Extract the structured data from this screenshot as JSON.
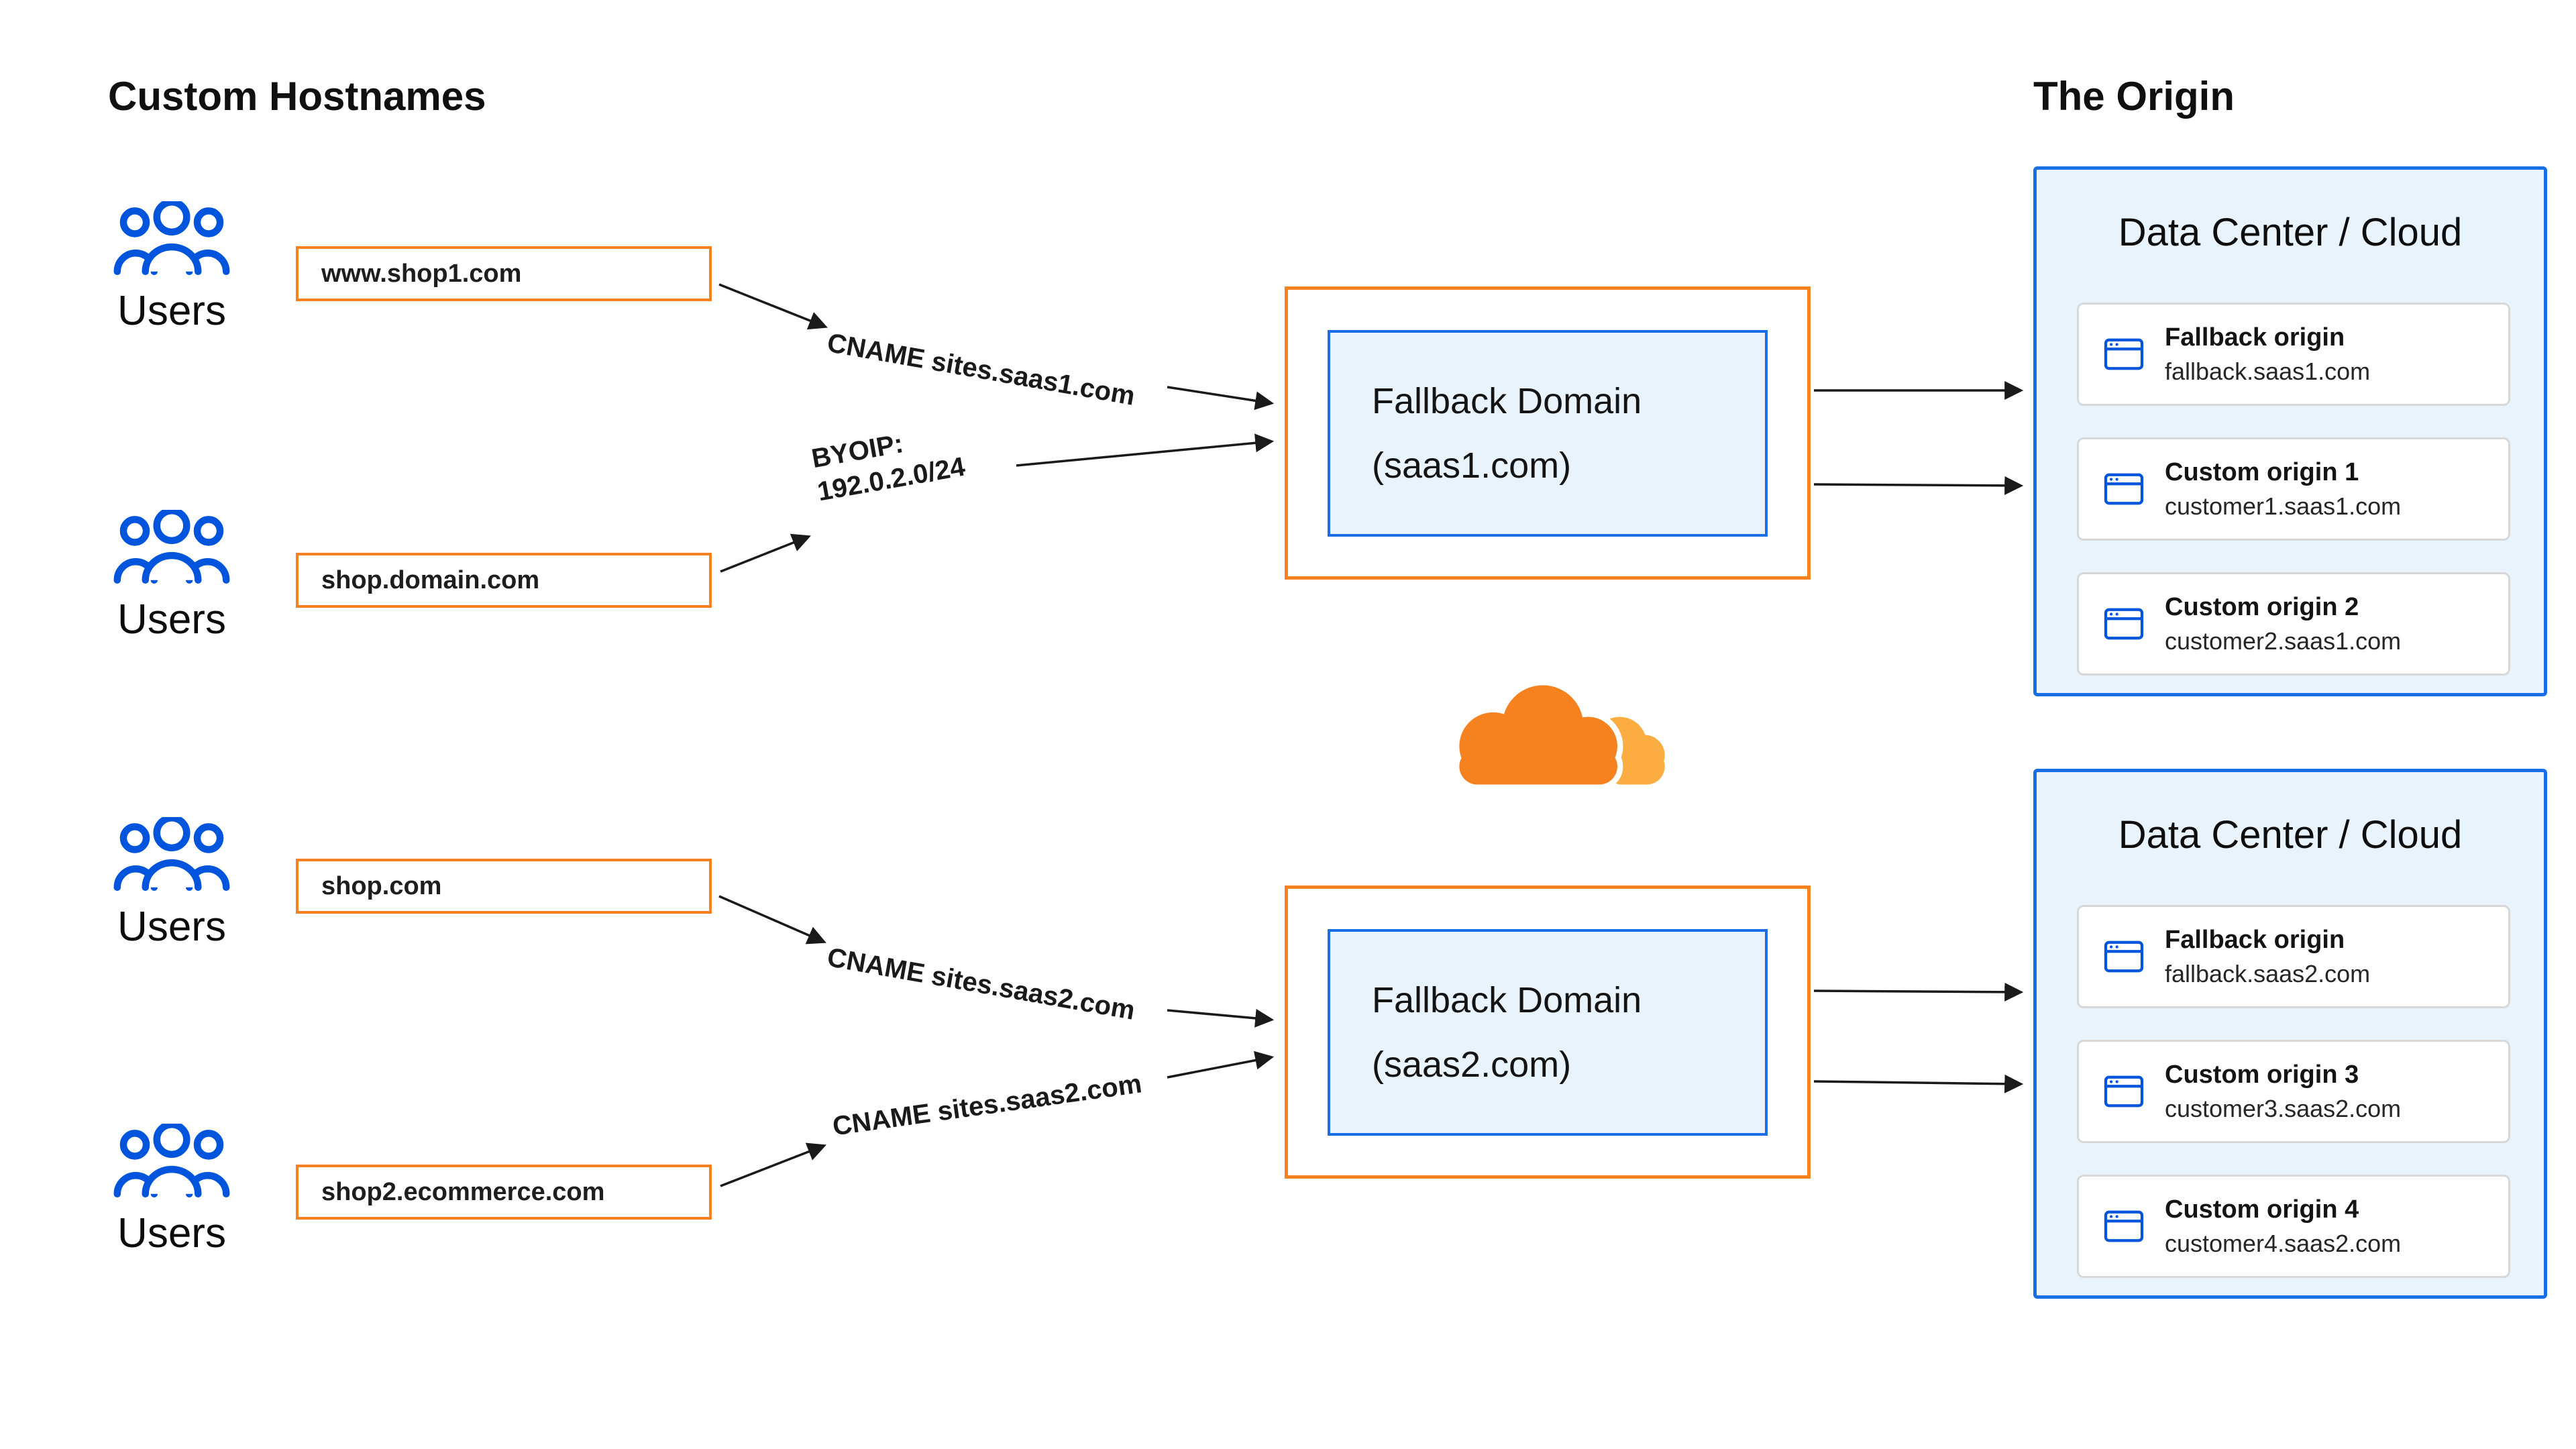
{
  "titles": {
    "custom_hostnames": "Custom Hostnames",
    "the_origin": "The Origin"
  },
  "users_label": "Users",
  "hostnames": [
    {
      "label": "www.shop1.com"
    },
    {
      "label": "shop.domain.com"
    },
    {
      "label": "shop.com"
    },
    {
      "label": "shop2.ecommerce.com"
    }
  ],
  "connection_labels": [
    {
      "text": "CNAME sites.saas1.com"
    },
    {
      "text": "BYOIP:\n192.0.2.0/24"
    },
    {
      "text": "CNAME sites.saas2.com"
    },
    {
      "text": "CNAME sites.saas2.com"
    }
  ],
  "fallback_domains": [
    {
      "title": "Fallback Domain",
      "domain": "(saas1.com)"
    },
    {
      "title": "Fallback Domain",
      "domain": "(saas2.com)"
    }
  ],
  "data_centers": [
    {
      "title": "Data Center / Cloud",
      "origins": [
        {
          "name": "Fallback origin",
          "host": "fallback.saas1.com"
        },
        {
          "name": "Custom origin 1",
          "host": "customer1.saas1.com"
        },
        {
          "name": "Custom origin 2",
          "host": "customer2.saas1.com"
        }
      ]
    },
    {
      "title": "Data Center / Cloud",
      "origins": [
        {
          "name": "Fallback origin",
          "host": "fallback.saas2.com"
        },
        {
          "name": "Custom origin 3",
          "host": "customer3.saas2.com"
        },
        {
          "name": "Custom origin 4",
          "host": "customer4.saas2.com"
        }
      ]
    }
  ],
  "colors": {
    "orange": "#f6821f",
    "light_orange": "#fbad41",
    "blue_icon": "#0055dc",
    "blue_border": "#1a6ee5",
    "light_blue_bg": "#e8f3fc",
    "card_border": "#d8d8d8",
    "arrow": "#1a1a1a"
  }
}
